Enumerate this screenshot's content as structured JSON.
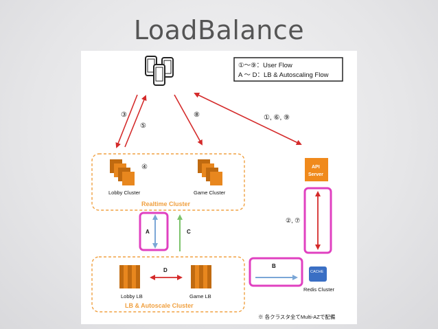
{
  "slide": {
    "title": "LoadBalance"
  },
  "legend": {
    "line1": "①〜⑨：User Flow",
    "line2": "A 〜 D：LB & Autoscaling Flow"
  },
  "flow_labels": {
    "s3": "③",
    "s5": "⑤",
    "s8": "⑧",
    "s169": "①, ⑥, ⑨",
    "s4": "④",
    "s27": "②, ⑦",
    "A": "A",
    "B": "B",
    "C": "C",
    "D": "D"
  },
  "nodes": {
    "lobby_cluster": "Lobby Cluster",
    "game_cluster": "Game Cluster",
    "realtime_cluster": "Realtime Cluster",
    "api_server_line1": "API",
    "api_server_line2": "Server",
    "cache": "CACHE",
    "redis_cluster": "Redis Cluster",
    "lobby_lb": "Lobby LB",
    "game_lb": "Game LB",
    "lb_autoscale_cluster": "LB & Autoscale Cluster"
  },
  "footnote": "※ 各クラスタ全てMulti-AZで配備",
  "colors": {
    "aws_orange": "#e8871e",
    "aws_orange_dark": "#c06a10",
    "red_arrow": "#d42a2a",
    "magenta_box": "#e040c0",
    "blue_arrow": "#7aa6d6",
    "green_arrow": "#7cc36c",
    "dashed_orange": "#f0a040",
    "cache_blue": "#3a6fc4"
  }
}
